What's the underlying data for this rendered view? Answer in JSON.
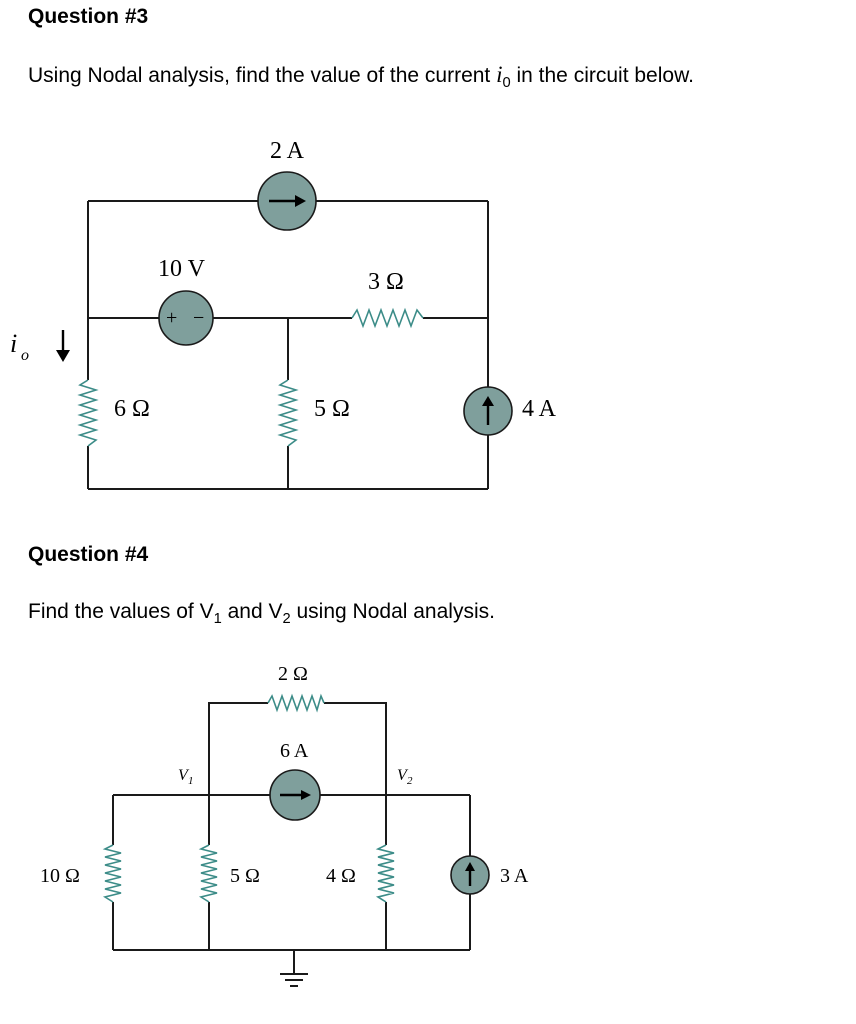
{
  "q3": {
    "heading": "Question #3",
    "prompt_pre": "Using Nodal analysis, find the value of the current ",
    "prompt_var": "i",
    "prompt_var_sub": "0",
    "prompt_post": " in the circuit below.",
    "labels": {
      "cs_top": "2 A",
      "vs": "10 V",
      "vs_plus": "+",
      "vs_minus": "−",
      "r3": "3 Ω",
      "r6": "6 Ω",
      "r5": "5 Ω",
      "cs_right": "4 A",
      "io": "i",
      "io_sub": "o"
    }
  },
  "q4": {
    "heading": "Question #4",
    "prompt_pre": "Find the values of V",
    "prompt_sub1": "1",
    "prompt_mid": " and V",
    "prompt_sub2": "2",
    "prompt_post": " using Nodal analysis.",
    "labels": {
      "r2": "2 Ω",
      "cs_mid": "6 A",
      "v1": "V",
      "v1_sub": "1",
      "v2": "V",
      "v2_sub": "2",
      "r10": "10 Ω",
      "r5": "5 Ω",
      "r4": "4 Ω",
      "cs_right": "3 A"
    }
  }
}
